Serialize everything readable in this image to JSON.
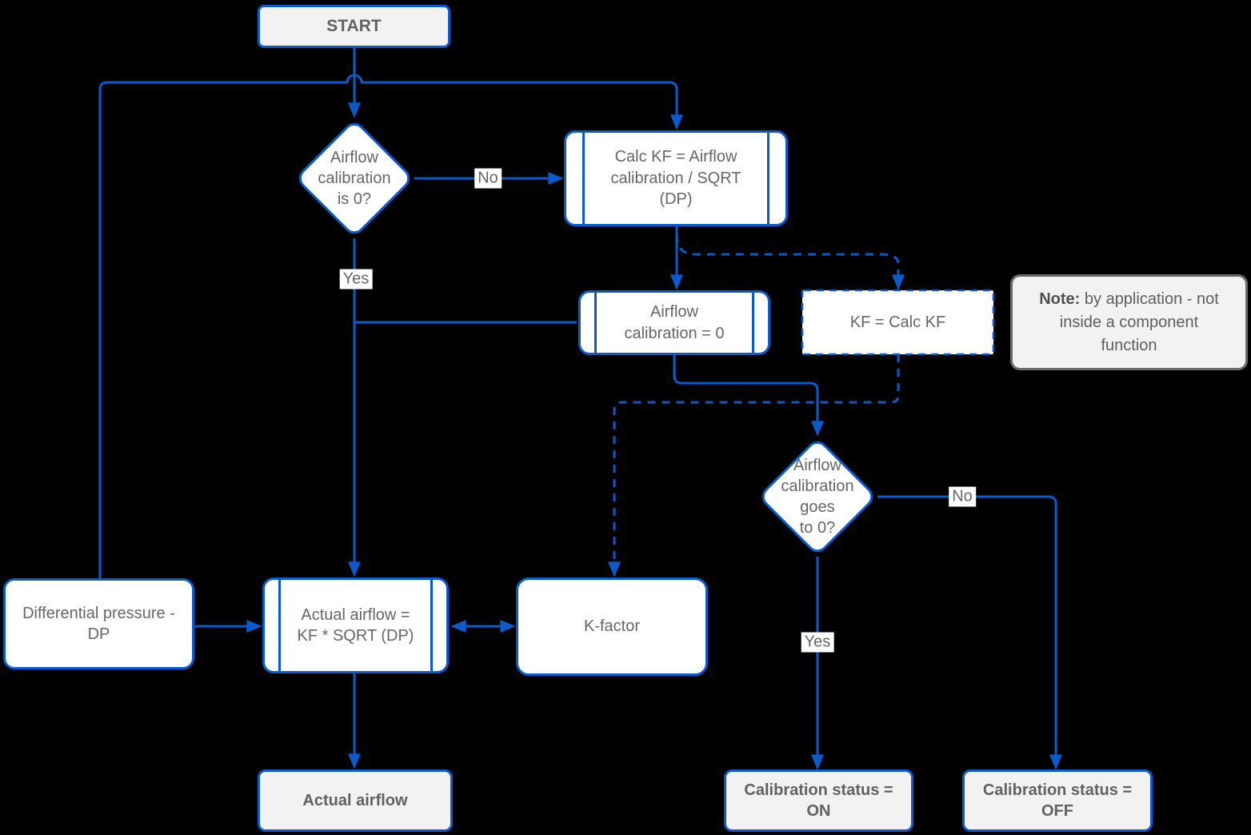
{
  "colors": {
    "background": "#000000",
    "accent_blue": "#0b5bcb",
    "text_gray": "#666666",
    "shape_fill_white": "#ffffff",
    "shape_fill_gray": "#f2f2f2",
    "note_border_gray": "#6a6a6a"
  },
  "nodes": {
    "start": {
      "label": "START"
    },
    "decision1": {
      "label": "Airflow\ncalibration\nis 0?"
    },
    "calc_kf": {
      "label": "Calc KF = Airflow\ncalibration / SQRT\n(DP)"
    },
    "airflow_calibration_0": {
      "label": "Airflow\ncalibration = 0"
    },
    "kf_equals_calc_kf": {
      "label": "KF = Calc KF"
    },
    "note": {
      "bold": "Note:",
      "body": " by application - not\ninside a component\nfunction"
    },
    "decision2": {
      "label": "Airflow\ncalibration\ngoes\nto 0?"
    },
    "differential_pressure": {
      "label": "Differential pressure -\nDP"
    },
    "actual_airflow_calc": {
      "label": "Actual airflow =\nKF * SQRT (DP)"
    },
    "k_factor": {
      "label": "K-factor"
    },
    "actual_airflow": {
      "label": "Actual airflow"
    },
    "calibration_on": {
      "label": "Calibration status =\nON"
    },
    "calibration_off": {
      "label": "Calibration status =\nOFF"
    }
  },
  "edge_labels": {
    "decision1_no": "No",
    "decision1_yes": "Yes",
    "decision2_no": "No",
    "decision2_yes": "Yes"
  }
}
